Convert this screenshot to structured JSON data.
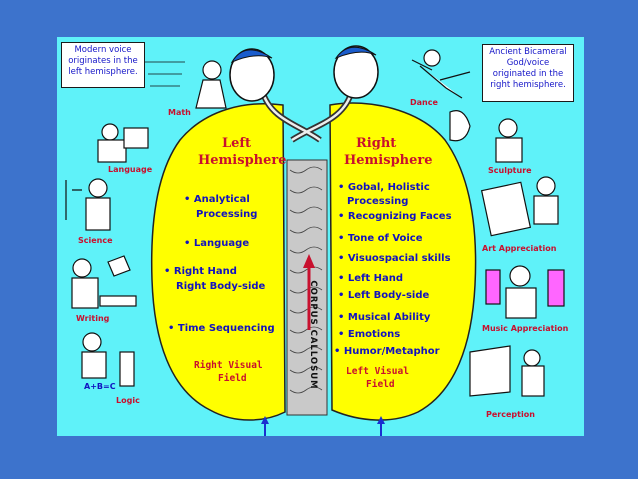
{
  "note_left": "Modern voice originates in the left hemisphere.",
  "note_right": "Ancient Bicameral God/voice originated in the right hemisphere.",
  "left_hemisphere": {
    "title_1": "Left",
    "title_2": "Hemisphere",
    "items": [
      {
        "bullet": "•",
        "line1": "Analytical",
        "line2": "Processing"
      },
      {
        "bullet": "•",
        "line1": "Language",
        "line2": ""
      },
      {
        "bullet": "•",
        "line1": "Right Hand",
        "line2": "Right Body-side"
      },
      {
        "bullet": "•",
        "line1": "Time Sequencing",
        "line2": ""
      }
    ],
    "field_1": "Right Visual",
    "field_2": "Field"
  },
  "right_hemisphere": {
    "title_1": "Right",
    "title_2": "Hemisphere",
    "items": [
      "• Gobal, Holistic",
      "  Processing",
      "• Recognizing Faces",
      "• Tone of Voice",
      "• Visuospacial skills",
      "• Left Hand",
      "• Left Body-side",
      "• Musical Ability",
      "• Emotions",
      "• Humor/Metaphor"
    ],
    "field_1": "Left Visual",
    "field_2": "Field"
  },
  "corpus_label": "CORPUS CALLOSUM",
  "skills_left": [
    "Math",
    "Language",
    "Science",
    "Writing",
    "A+B=C",
    "Logic"
  ],
  "skills_right": [
    "Dance",
    "Sculpture",
    "Art Appreciation",
    "Music Appreciation",
    "Perception"
  ],
  "colors": {
    "frame": "#3d73cc",
    "panel": "#5ff2f9",
    "brain": "#ffff00",
    "label_red": "#c8102e",
    "text_blue": "#1212c0"
  }
}
